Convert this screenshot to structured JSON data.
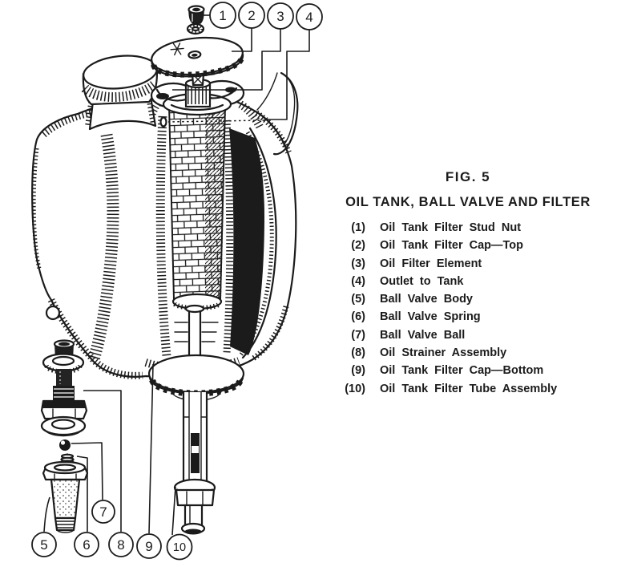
{
  "figure": {
    "fig_label": "FIG. 5",
    "title": "OIL TANK, BALL VALVE AND FILTER"
  },
  "parts": [
    {
      "num": "(1)",
      "label": "Oil Tank Filter Stud Nut"
    },
    {
      "num": "(2)",
      "label": "Oil Tank Filter Cap—Top"
    },
    {
      "num": "(3)",
      "label": "Oil Filter Element"
    },
    {
      "num": "(4)",
      "label": "Outlet to Tank"
    },
    {
      "num": "(5)",
      "label": "Ball Valve Body"
    },
    {
      "num": "(6)",
      "label": "Ball Valve Spring"
    },
    {
      "num": "(7)",
      "label": "Ball Valve Ball"
    },
    {
      "num": "(8)",
      "label": "Oil Strainer Assembly"
    },
    {
      "num": "(9)",
      "label": "Oil Tank Filter Cap—Bottom"
    },
    {
      "num": "(10)",
      "label": "Oil Tank Filter Tube Assembly"
    }
  ],
  "callouts": [
    "1",
    "2",
    "3",
    "4",
    "5",
    "6",
    "7",
    "8",
    "9",
    "10"
  ],
  "colors": {
    "ink": "#1b1b1b",
    "paper": "#ffffff"
  }
}
